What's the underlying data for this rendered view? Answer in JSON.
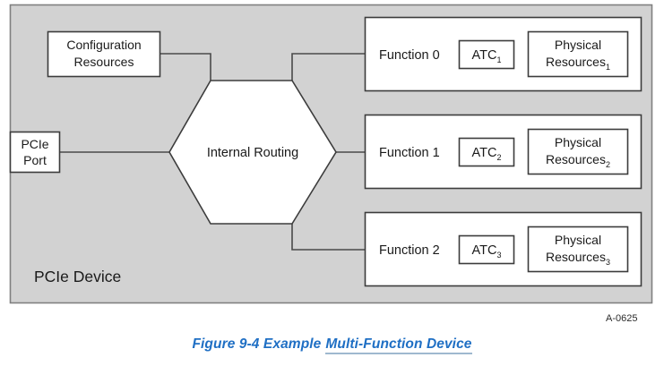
{
  "figure": {
    "ref_code": "A-0625",
    "caption_prefix": "Figure  9-4  Example",
    "caption_underlined": "Multi-Function Device"
  },
  "colors": {
    "device_fill": "#d2d2d2",
    "device_stroke": "#808080",
    "box_fill": "#ffffff",
    "box_stroke": "#3c3c3c",
    "line": "#4a4a4a",
    "text": "#1a1a1a",
    "caption": "#1f6fc4",
    "caption_underline": "#9fb8cf",
    "ref_code": "#2b2b2b"
  },
  "device": {
    "label": "PCIe Device"
  },
  "port": {
    "line1": "PCIe",
    "line2": "Port"
  },
  "config": {
    "line1": "Configuration",
    "line2": "Resources"
  },
  "routing": {
    "label": "Internal Routing"
  },
  "functions": [
    {
      "label": "Function 0",
      "atc": "ATC",
      "atc_sub": "1",
      "res_line1": "Physical",
      "res_line2": "Resources",
      "res_sub": "1"
    },
    {
      "label": "Function 1",
      "atc": "ATC",
      "atc_sub": "2",
      "res_line1": "Physical",
      "res_line2": "Resources",
      "res_sub": "2"
    },
    {
      "label": "Function 2",
      "atc": "ATC",
      "atc_sub": "3",
      "res_line1": "Physical",
      "res_line2": "Resources",
      "res_sub": "3"
    }
  ]
}
